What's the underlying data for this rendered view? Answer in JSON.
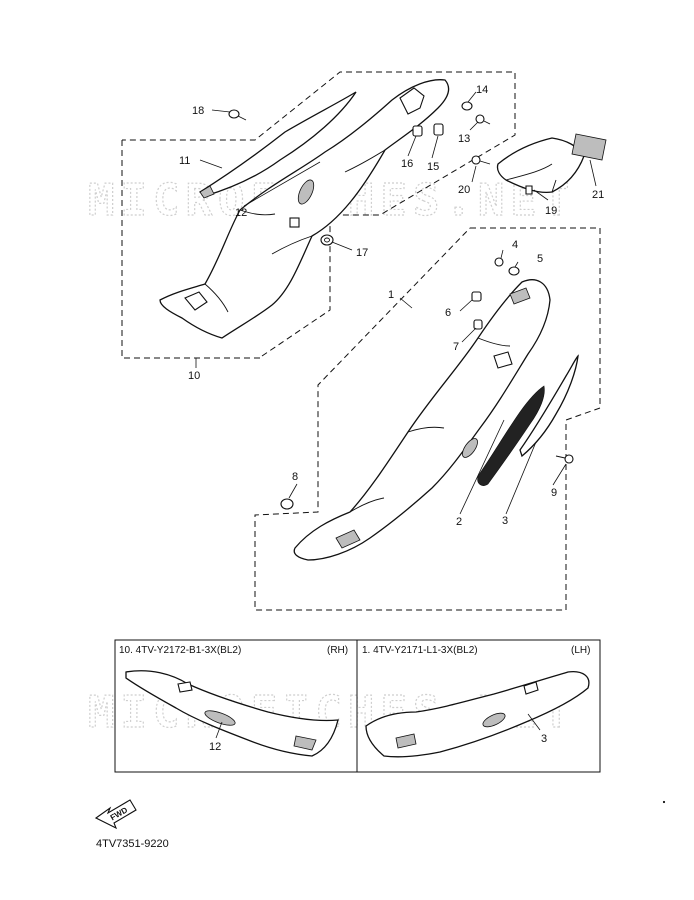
{
  "watermark": "MICROFICHES.NET",
  "document_code": "4TV7351-9220",
  "fwd_label": "FWD",
  "insets": [
    {
      "title": "10. 4TV-Y2172-B1-3X(BL2)",
      "side": "(RH)",
      "callout": "12"
    },
    {
      "title": "1. 4TV-Y2171-L1-3X(BL2)",
      "side": "(LH)",
      "callout": "3"
    }
  ],
  "callouts": [
    "1",
    "2",
    "3",
    "4",
    "5",
    "6",
    "7",
    "8",
    "9",
    "10",
    "11",
    "12",
    "13",
    "14",
    "15",
    "16",
    "17",
    "18",
    "19",
    "20",
    "21"
  ],
  "colors": {
    "line": "#111111",
    "watermark": "#cfcfcf",
    "background": "#ffffff"
  }
}
